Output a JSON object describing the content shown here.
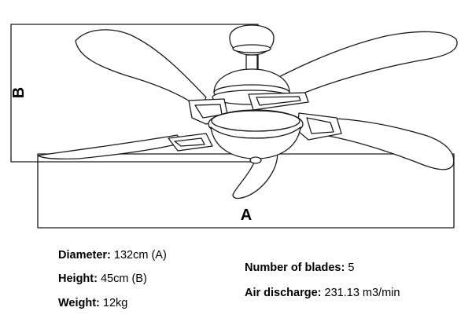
{
  "dimension_labels": {
    "height_marker": "B",
    "diameter_marker": "A"
  },
  "specs": {
    "diameter": {
      "label": "Diameter:",
      "value": "132cm (A)"
    },
    "height": {
      "label": "Height:",
      "value": "45cm (B)"
    },
    "weight": {
      "label": "Weight:",
      "value": "12kg"
    },
    "blades": {
      "label": "Number of blades:",
      "value": "5"
    },
    "air_discharge": {
      "label": "Air discharge:",
      "value": "231.13 m3/min"
    }
  }
}
